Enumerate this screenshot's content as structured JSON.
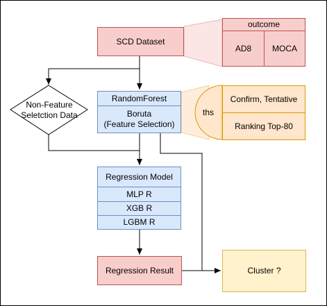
{
  "nodes": {
    "scd_dataset": "SCD Dataset",
    "outcome_header": "outcome",
    "outcome_ad8": "AD8",
    "outcome_moca": "MOCA",
    "non_feature": "Non-Feature\nSeletction Data",
    "random_forest": "RandomForest",
    "boruta": "Boruta\n(Feature Selection)",
    "ths": "ths",
    "confirm": "Confirm, Tentative",
    "ranking": "Ranking Top-80",
    "regression_model": "Regression Model",
    "mlp": "MLP R",
    "xgb": "XGB R",
    "lgbm": "LGBM R",
    "regression_result": "Regression Result",
    "cluster": "Cluster ?"
  },
  "colors": {
    "red_fill": "#f8cecc",
    "red_stroke": "#b85450",
    "blue_fill": "#dae8fc",
    "blue_stroke": "#6c8ebf",
    "orange_fill": "#ffe6cc",
    "orange_stroke": "#d79b00",
    "yellow_fill": "#fff2cc",
    "yellow_stroke": "#d6b656"
  }
}
